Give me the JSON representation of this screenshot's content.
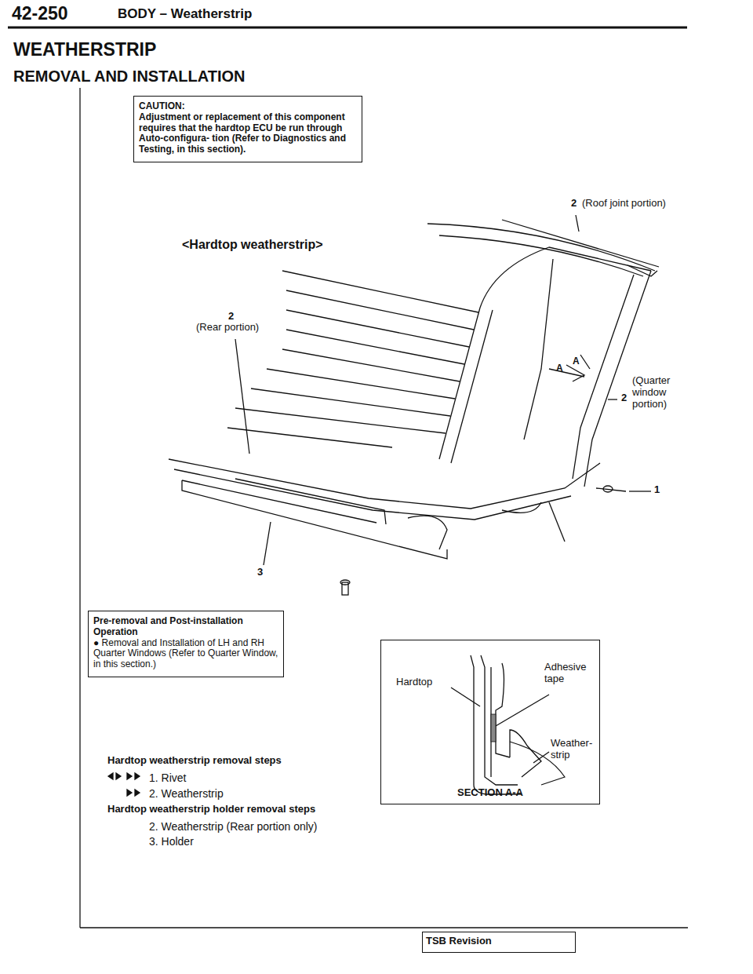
{
  "diagram": {
    "title": "WEATHERSTRIP",
    "nodes": [
      {
        "text": [
          "CAUTION:",
          "Adjustment or replacement of this component requires that the hardtop ECU be run through Auto-configura- tion (Refer to Diagnostics and Testing, in this section)."
        ]
      },
      {
        "text": [
          "Pre-removal and Post-installation Operation",
          "● Removal and Installation of LH and RH Quarter Windows (Refer to Quarter Window, in this section.)"
        ]
      },
      {
        "text": [
          "SECTION A-A"
        ]
      },
      {
        "text": [
          "TSB Revision"
        ]
      }
    ],
    "labels": [
      "42-250",
      "BODY – Weatherstrip",
      "REMOVAL AND INSTALLATION",
      "<Hardtop weatherstrip>",
      "2",
      "(Roof joint portion)",
      "2",
      "(Rear portion)",
      "A",
      "A",
      "2",
      "(Quarter window portion)",
      "1",
      "3",
      "Hardtop",
      "Adhesive tape",
      "Weather- strip",
      "Hardtop weatherstrip removal steps",
      "1. Rivet",
      "2. Weatherstrip",
      "Hardtop weatherstrip holder removal steps",
      "2. Weatherstrip (Rear portion only)",
      "3. Holder"
    ]
  }
}
